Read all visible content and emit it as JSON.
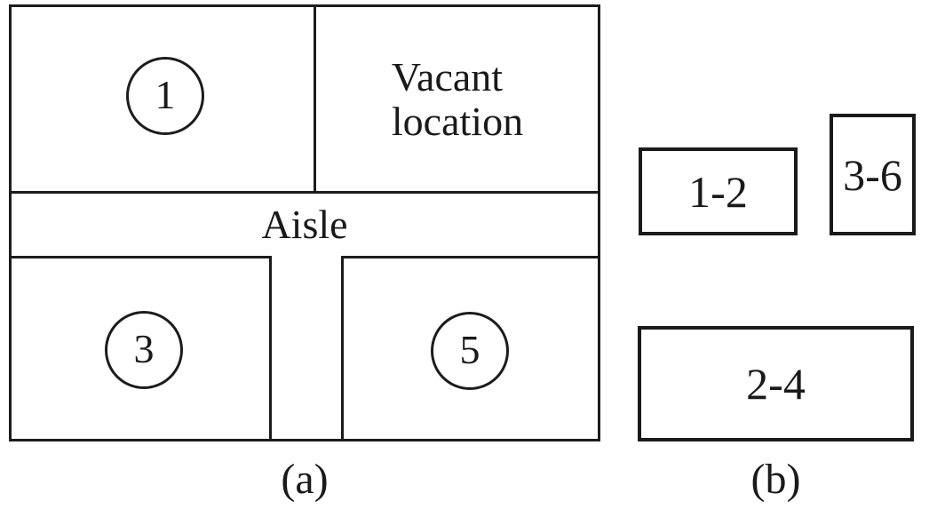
{
  "figure": {
    "colors": {
      "ink": "#1a1a1a",
      "background": "#ffffff"
    },
    "panel_a": {
      "caption": "(a)",
      "aisle_label": "Aisle",
      "vacant": {
        "line1": "Vacant",
        "line2": "location"
      },
      "room1": {
        "machine_label": "1"
      },
      "room3": {
        "machine_label": "3"
      },
      "room5": {
        "machine_label": "5"
      }
    },
    "panel_b": {
      "caption": "(b)",
      "blocks": [
        {
          "label": "1-2"
        },
        {
          "label": "3-6"
        },
        {
          "label": "2-4"
        }
      ]
    }
  }
}
